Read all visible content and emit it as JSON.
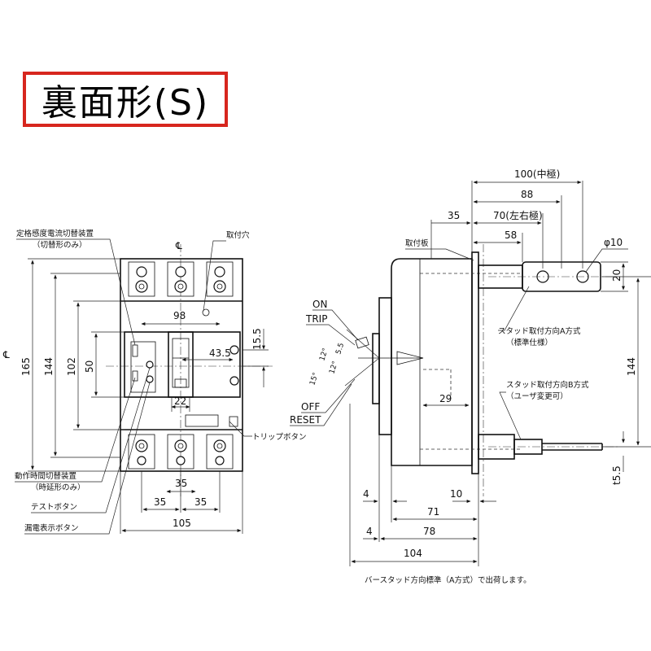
{
  "title": "裏面形(S)",
  "front_view": {
    "labels": {
      "rated_switch": "定格感度電流切替装置",
      "rated_switch_note": "（切替形のみ）",
      "mount_hole": "取付穴",
      "trip_button": "トリップボタン",
      "time_switch": "動作時間切替装置",
      "time_switch_note": "（時延形のみ）",
      "test_button": "テストボタン",
      "leak_indicator": "漏電表示ボタン",
      "centerline": "℄"
    },
    "dims": {
      "d165": "165",
      "d144": "144",
      "d102": "102",
      "d50": "50",
      "d98": "98",
      "d43_5": "43.5",
      "d15_5": "15.5",
      "d22": "22",
      "d35_top": "35",
      "d35_left": "35",
      "d35_right": "35",
      "d105": "105"
    }
  },
  "side_view": {
    "labels": {
      "mount_plate": "取付板",
      "on": "ON",
      "trip": "TRIP",
      "off": "OFF",
      "reset": "RESET",
      "stud_a": "スタッド取付方向A方式",
      "stud_a_note": "（標準仕様）",
      "stud_b": "スタッド取付方向B方式",
      "stud_b_note": "（ユーザ変更可）"
    },
    "dims": {
      "d100": "100(中極)",
      "d88": "88",
      "d70": "70(左右極)",
      "d58": "58",
      "d35": "35",
      "phi10": "φ10",
      "d20": "20",
      "d144": "144",
      "d29": "29",
      "t5_5": "t5.5",
      "d4a": "4",
      "d10": "10",
      "d71": "71",
      "d4b": "4",
      "d78": "78",
      "d104": "104",
      "a15a": "15°",
      "a12a": "12°",
      "a12b": "12°",
      "a5_5": "5.5"
    }
  },
  "footnote": "バースタッド方向標準（A方式）で出荷します。"
}
